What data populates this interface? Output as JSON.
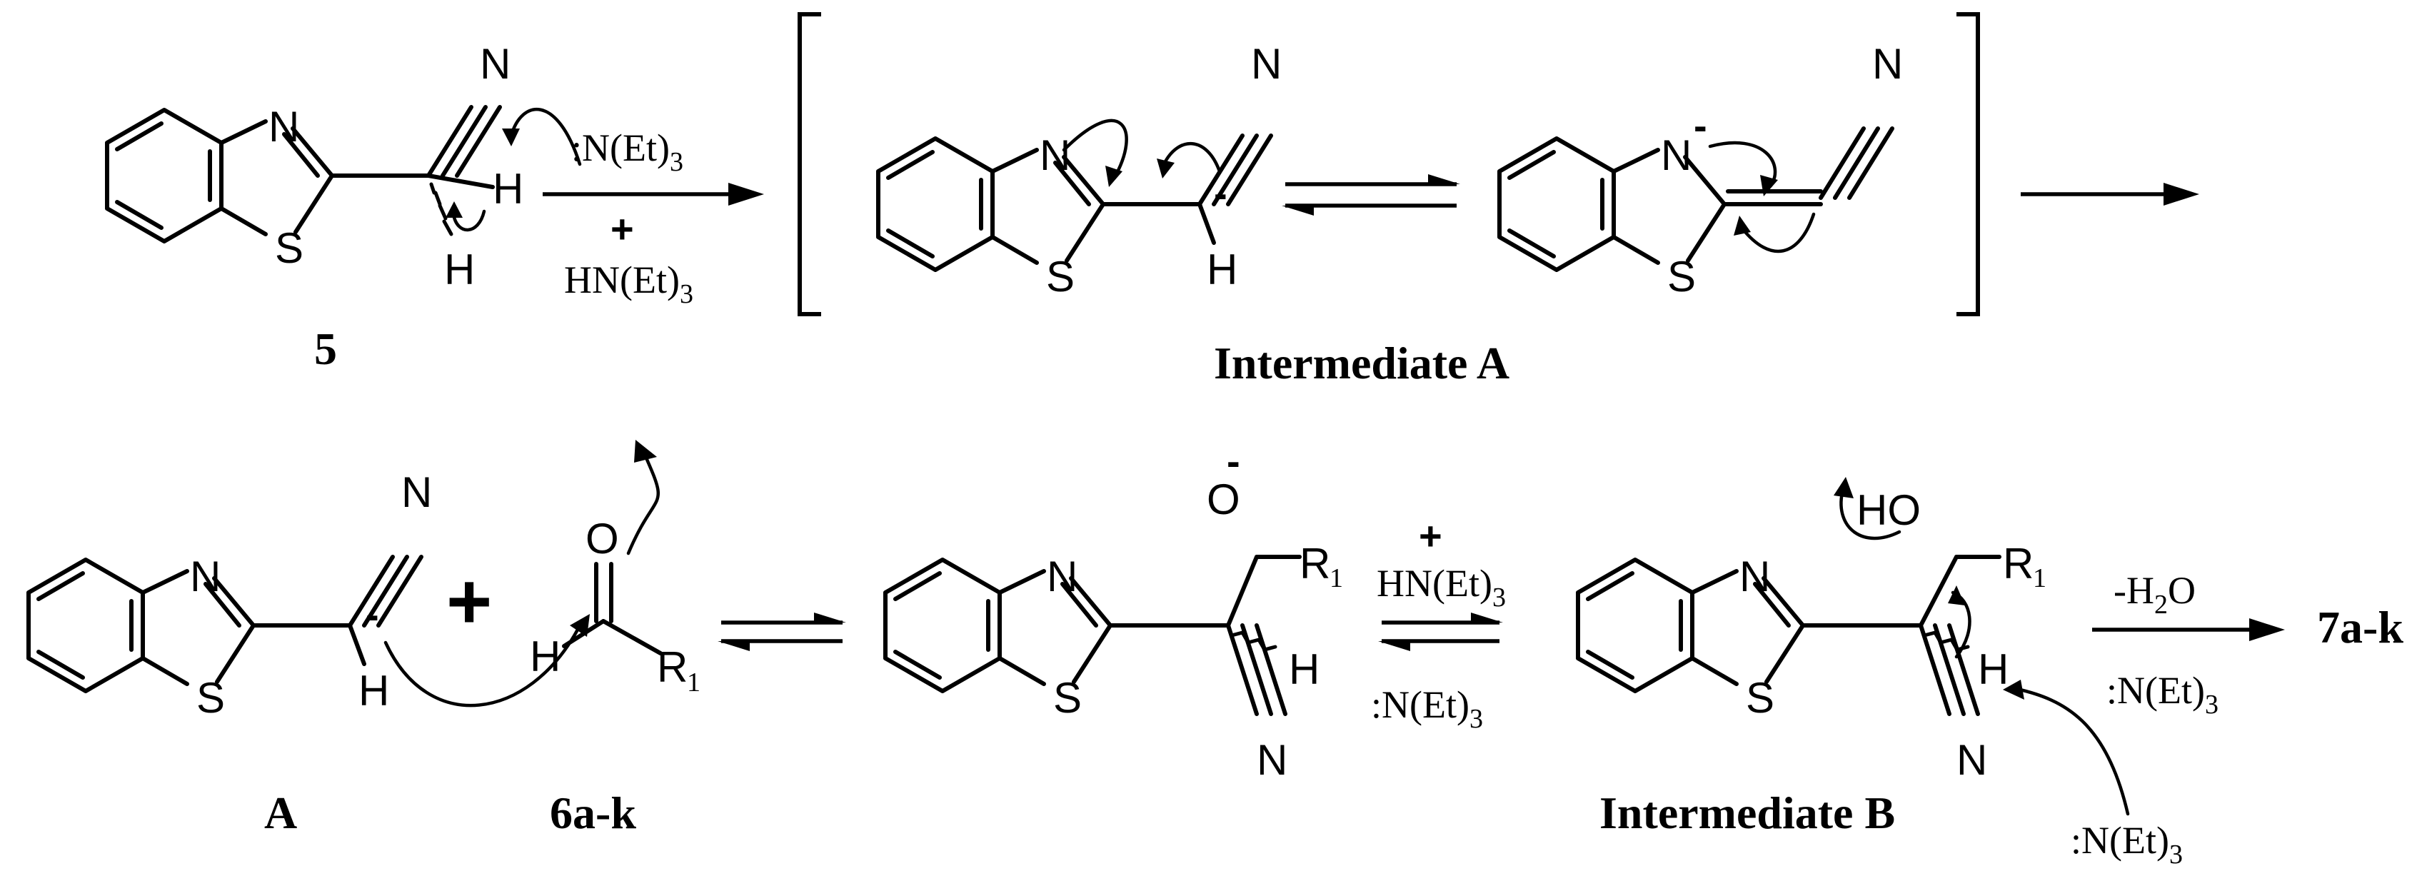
{
  "atoms": {
    "N": "N",
    "S": "S",
    "H": "H",
    "O": "O",
    "HO": "HO",
    "R": "R",
    "R_sub": "1"
  },
  "charges": {
    "minus": "-",
    "plus": "+"
  },
  "reagents": {
    "base_prefix": ":N(Et)",
    "base_sub": "3",
    "conj_acid_prefix": "HN(Et)",
    "conj_acid_sub": "3",
    "water_prefix": "-H",
    "water_sub": "2",
    "water_suffix": "O"
  },
  "labels": {
    "compound_5": "5",
    "intermediate_a": "Intermediate A",
    "compound_a": "A",
    "aldehydes": "6a-k",
    "intermediate_b": "Intermediate B",
    "products": "7a-k"
  }
}
